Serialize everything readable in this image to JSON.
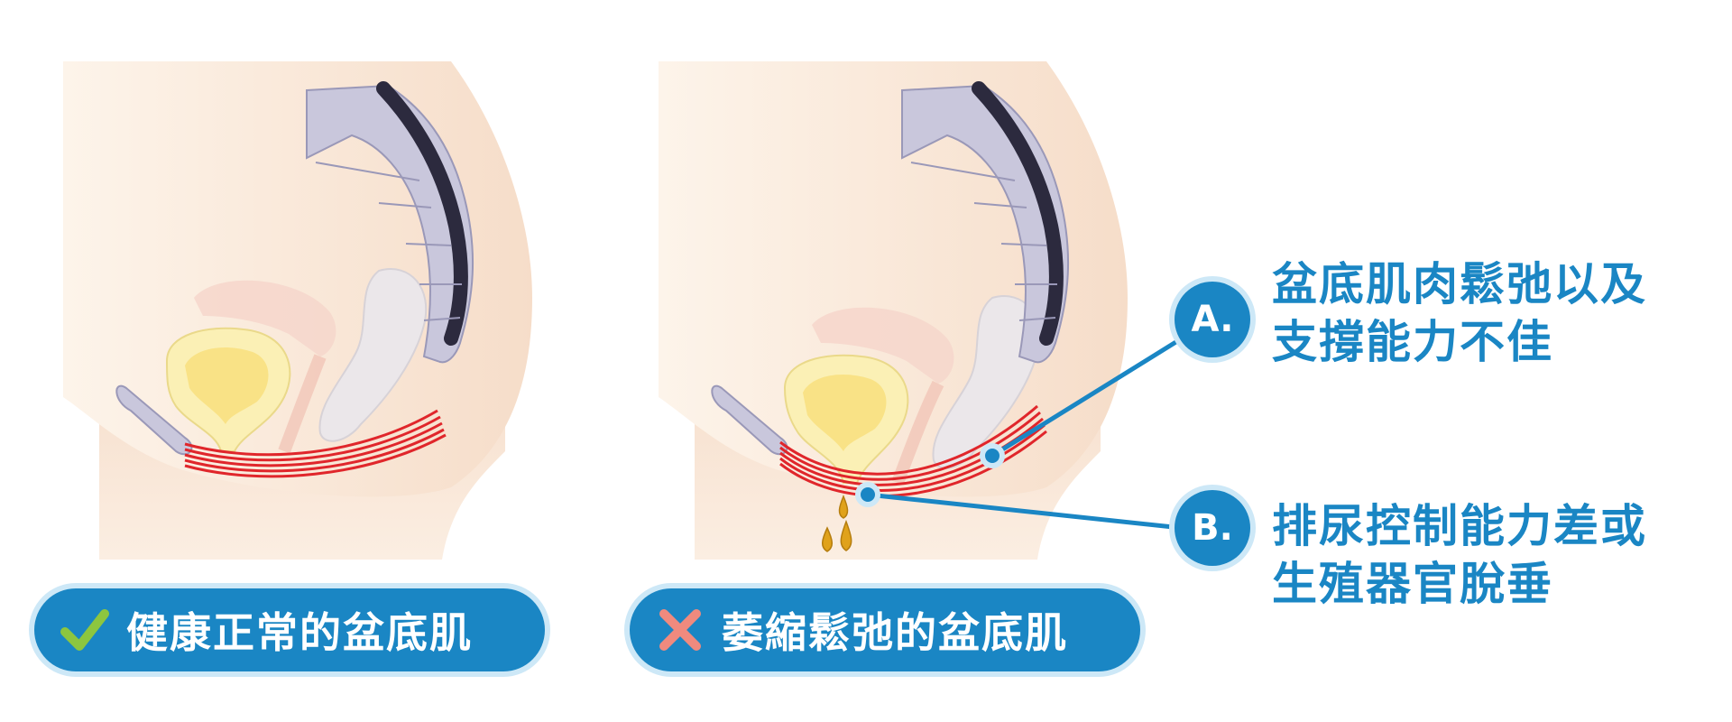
{
  "panels": {
    "healthy": {
      "label": "健康正常的盆底肌",
      "mark_icon": "check-icon",
      "mark_color": "#8dc63f"
    },
    "weak": {
      "label": "萎縮鬆弛的盆底肌",
      "mark_icon": "cross-icon",
      "mark_color": "#f08a7e"
    }
  },
  "callouts": {
    "a": {
      "badge": "A.",
      "lines": [
        "盆底肌肉鬆弛以及",
        "支撐能力不佳"
      ]
    },
    "b": {
      "badge": "B.",
      "lines": [
        "排尿控制能力差或",
        "生殖器官脫垂"
      ]
    }
  },
  "colors": {
    "accent": "#1a86c4",
    "accent_halo": "#cde8f7",
    "muscle": "#e0262b",
    "skin": "#fbeedd",
    "bone": "#c9c7dc",
    "urine": "#e0a21b"
  }
}
